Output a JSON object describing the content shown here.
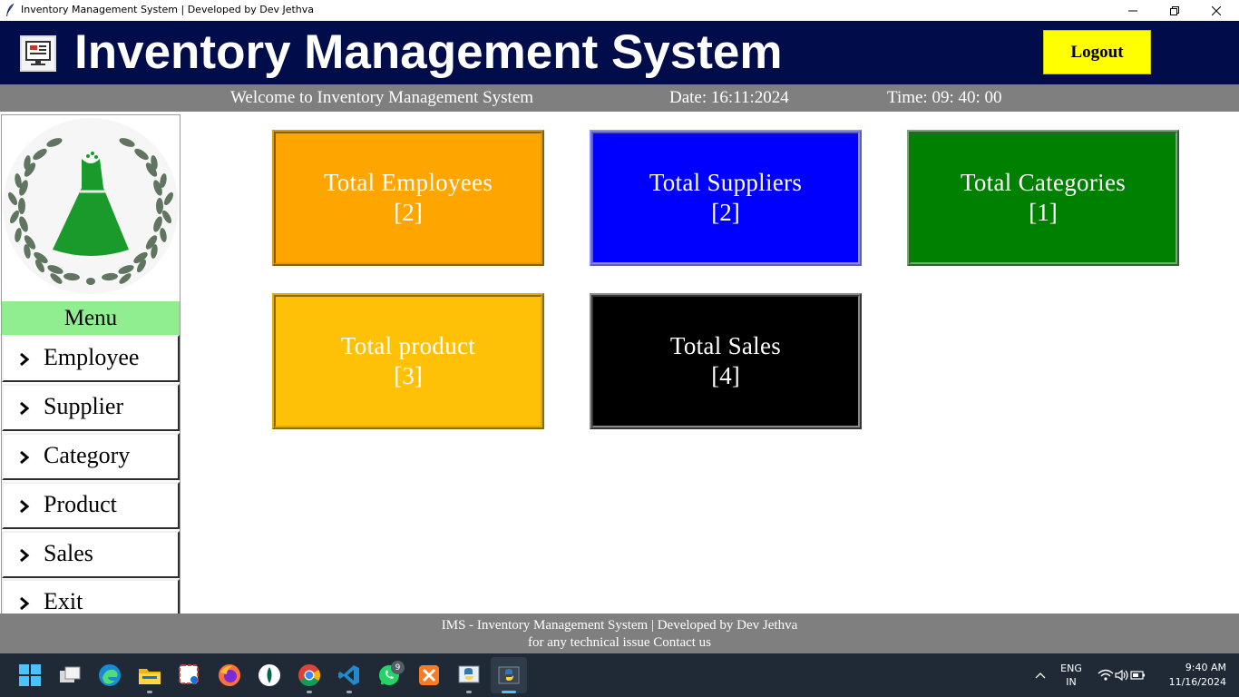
{
  "window": {
    "title": "Inventory Management System | Developed by Dev Jethva"
  },
  "header": {
    "title": "Inventory Management System",
    "logout_label": "Logout"
  },
  "subbar": {
    "welcome": "Welcome to Inventory Management System",
    "date": "Date: 16:11:2024",
    "time": "Time: 09: 40: 00"
  },
  "menu": {
    "heading": "Menu",
    "items": [
      {
        "label": "Employee"
      },
      {
        "label": "Supplier"
      },
      {
        "label": "Category"
      },
      {
        "label": "Product"
      },
      {
        "label": "Sales"
      },
      {
        "label": "Exit"
      }
    ]
  },
  "cards": [
    {
      "title": "Total Employees",
      "value": "[2]",
      "color": "#ffa500"
    },
    {
      "title": "Total Suppliers",
      "value": "[2]",
      "color": "#0000ff"
    },
    {
      "title": "Total Categories",
      "value": "[1]",
      "color": "#008000"
    },
    {
      "title": "Total product",
      "value": "[3]",
      "color": "#ffc107"
    },
    {
      "title": "Total Sales",
      "value": "[4]",
      "color": "#000000"
    }
  ],
  "footer": {
    "line1": "IMS - Inventory Management System | Developed by Dev Jethva",
    "line2": "for any technical issue Contact us"
  },
  "taskbar": {
    "lang_top": "ENG",
    "lang_bottom": "IN",
    "clock_time": "9:40 AM",
    "clock_date": "11/16/2024",
    "whatsapp_badge": "9",
    "icons": [
      "windows-start-icon",
      "task-view-icon",
      "edge-icon",
      "file-explorer-icon",
      "snipping-tool-icon",
      "firefox-icon",
      "mongodb-compass-icon",
      "chrome-icon",
      "vscode-icon",
      "whatsapp-icon",
      "xampp-icon",
      "python-idle-icon",
      "python-app-icon"
    ]
  },
  "colors": {
    "header_bg": "#010c4a",
    "subbar_bg": "#7f7f7f",
    "menu_heading_bg": "#90ee90",
    "logout_bg": "#ffff00"
  }
}
